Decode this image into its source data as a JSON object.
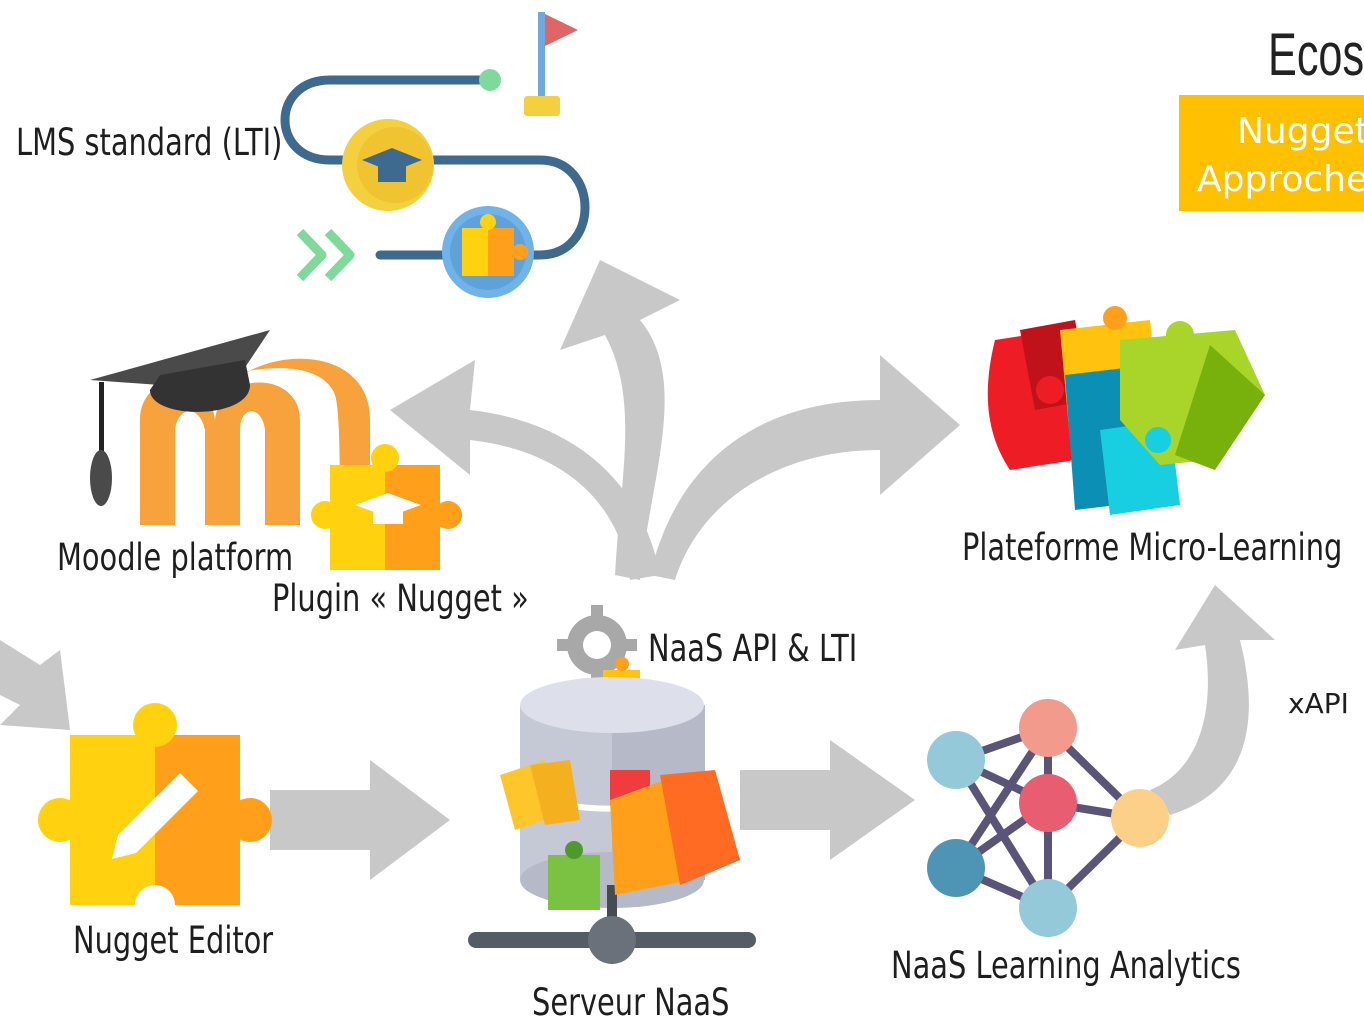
{
  "title": "Ecos",
  "badge": {
    "line1": "Nuggets",
    "line2": "Approche"
  },
  "labels": {
    "lms": "LMS standard (LTI)",
    "moodle": "Moodle platform",
    "plugin": "Plugin « Nugget »",
    "micro": "Plateforme Micro-Learning",
    "api": "NaaS API & LTI",
    "xapi": "xAPI",
    "editor": "Nugget Editor",
    "server": "Serveur NaaS",
    "analytics": "NaaS Learning Analytics"
  },
  "colors": {
    "arrow": "#c8c8c8",
    "badge": "#ffc000",
    "puzzle_yellow": "#ffd10f",
    "puzzle_orange": "#ff9f1a",
    "moodle_orange": "#f7a23c",
    "path_blue": "#3e6a8f"
  }
}
